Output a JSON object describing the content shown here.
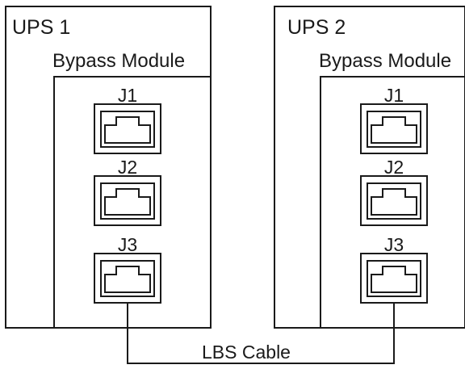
{
  "ups_units": [
    {
      "title": "UPS 1",
      "module_label": "Bypass Module",
      "ports": [
        "J1",
        "J2",
        "J3"
      ]
    },
    {
      "title": "UPS 2",
      "module_label": "Bypass Module",
      "ports": [
        "J1",
        "J2",
        "J3"
      ]
    }
  ],
  "cable": {
    "label": "LBS Cable",
    "connects": "J3"
  },
  "colors": {
    "line": "#1a1a1a",
    "background": "#ffffff"
  }
}
